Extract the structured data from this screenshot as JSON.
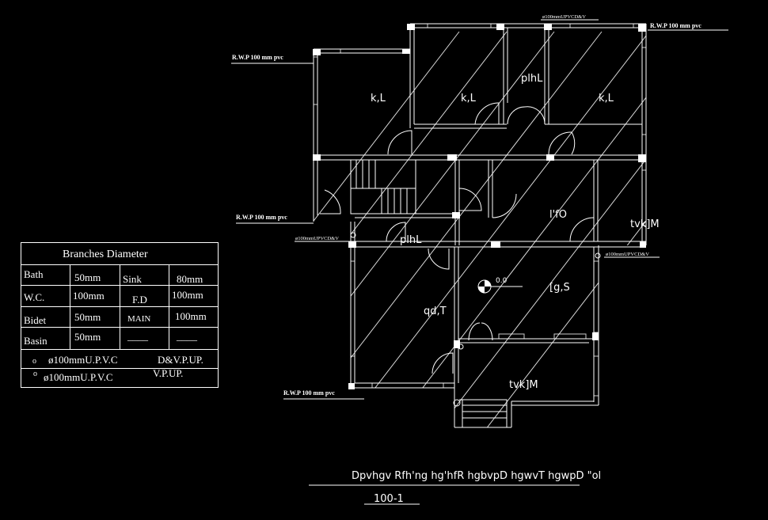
{
  "table": {
    "title": "Branches Diameter",
    "rows": [
      [
        "Bath",
        "50mm",
        "Sink",
        "80mm"
      ],
      [
        "W.C.",
        "100mm",
        "F.D",
        "100mm"
      ],
      [
        "Bidet",
        "50mm",
        "MAIN",
        "100mm"
      ],
      [
        "Basin",
        "50mm",
        "____",
        "____"
      ]
    ],
    "legend": [
      {
        "pipe": "ø100mmU.P.V.C",
        "label": "D&V.P.UP."
      },
      {
        "pipe": "ø100mmU.P.V.C",
        "label": "V.P.UP."
      }
    ]
  },
  "annotations": {
    "rwp_top_left": "R.W.P 100 mm pvc",
    "rwp_top_right": "R.W.P 100 mm pvc",
    "rwp_mid_left": "R.W.P 100 mm pvc",
    "rwp_bottom": "R.W.P 100 mm pvc",
    "dv_top": "ø100mmUPVCD&V",
    "dv_left": "ø100mmUPVCD&V",
    "dv_right": "ø100mmUPVCD&V",
    "level": "0.0"
  },
  "rooms": {
    "kl1": "k,L",
    "kl2": "k,L",
    "kl3": "k,L",
    "plhl_top": "plhL",
    "plhl_mid": "plhL",
    "ifo": "l'fO",
    "tvk_right": "tvk]M",
    "gs": "[g,S",
    "qdt": "qd,T",
    "tvk_bottom": "tvk]M"
  },
  "footer": {
    "title": "Dpvhgv Rfh'ng  hg'hfR hgbvpD   hgwvT hgwpD   \"ol",
    "scale": "100-1"
  }
}
